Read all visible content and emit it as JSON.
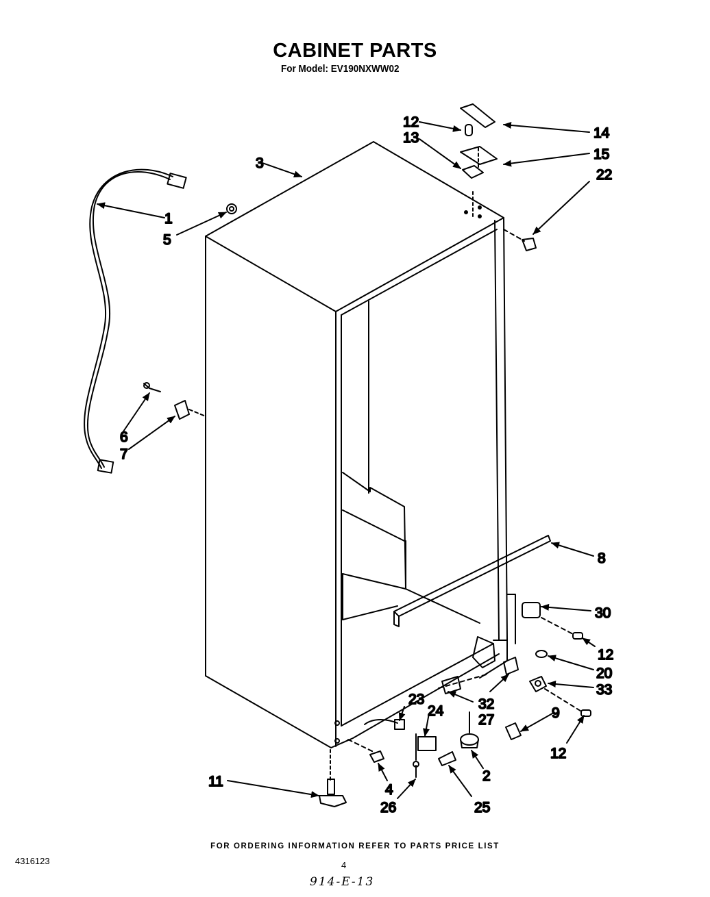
{
  "title": "CABINET PARTS",
  "subtitle": "For Model: EV190NXWW02",
  "footer_note": "FOR ORDERING INFORMATION REFER TO PARTS PRICE LIST",
  "document_number": "4316123",
  "page_number": "4",
  "handwritten_code": "914-E-13",
  "callouts": {
    "c1": "1",
    "c2": "2",
    "c3": "3",
    "c4": "4",
    "c5": "5",
    "c6": "6",
    "c7": "7",
    "c8": "8",
    "c9": "9",
    "c11": "11",
    "c12a": "12",
    "c12b": "12",
    "c12c": "12",
    "c13": "13",
    "c14": "14",
    "c15": "15",
    "c20": "20",
    "c22": "22",
    "c23": "23",
    "c24": "24",
    "c25": "25",
    "c26": "26",
    "c27": "27",
    "c30": "30",
    "c32": "32",
    "c33": "33"
  }
}
